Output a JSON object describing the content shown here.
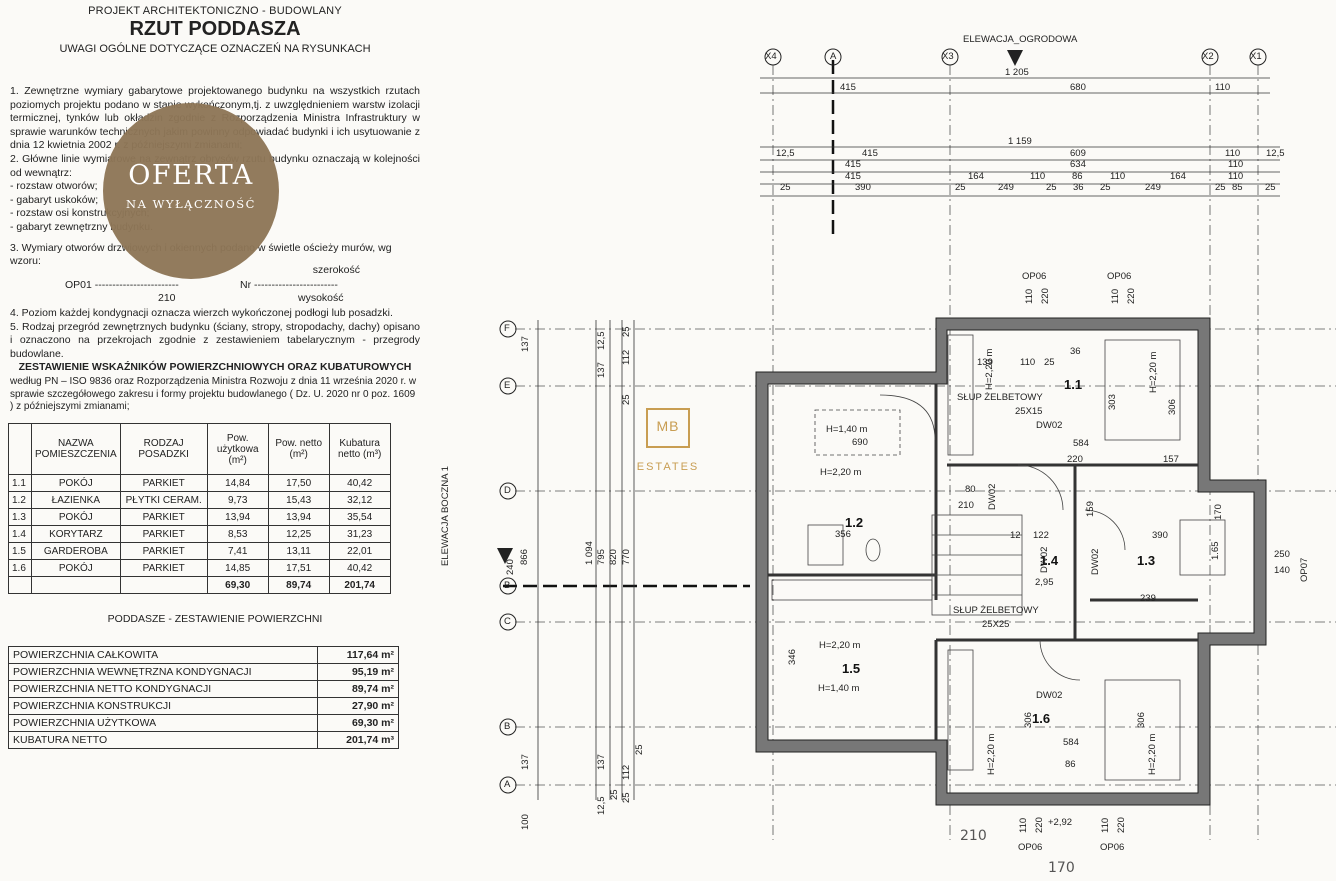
{
  "header": {
    "project_type": "PROJEKT ARCHITEKTONICZNO - BUDOWLANY",
    "title": "RZUT PODDASZA",
    "subtitle": "UWAGI OGÓLNE DOTYCZĄCE OZNACZEŃ NA RYSUNKACH"
  },
  "notes": {
    "n1": "1. Zewnętrzne wymiary gabarytowe projektowanego budynku na wszystkich rzutach poziomych projektu podano w stanie wykończonym,tj. z uwzględnieniem warstw izolacji termicznej, tynków lub okładzin zgodnie z Rozporządzenia Ministra Infrastruktury w sprawie warunków technicznych jakim powinny odpowiadać budynki i ich usytuowanie z dnia 12 kwietnia 2002 r. z późniejszymi zmianami;",
    "n2": "2. Główne linie wymiarowe na zewnątrz obrysów rzutu budynku oznaczają w kolejności od wewnątrz:",
    "n2a": "- rozstaw otworów;",
    "n2b": "- gabaryt uskoków;",
    "n2c": "- rozstaw osi konstrukcyjnych;",
    "n2d": "- gabaryt zewnętrzny budynku.",
    "n3": "3. Wymiary otworów drzwiowych i okiennych podano w świetle ościeży murów, wg wzoru:",
    "n3_width": "szerokość",
    "n3_op": "OP01 ------------------------",
    "n3_nr": "Nr ------------------------",
    "n3_210": "210",
    "n3_height": "wysokość",
    "n4": "4. Poziom każdej kondygnacji oznacza wierzch wykończonej podłogi lub posadzki.",
    "n5": "5. Rodzaj przegród zewnętrznych budynku (ściany, stropy, stropodachy, dachy) opisano i oznaczono na przekrojach zgodnie z zestawieniem tabelarycznym - przegrody budowlane."
  },
  "indicators": {
    "title": "ZESTAWIENIE WSKAŹNIKÓW POWIERZCHNIOWYCH ORAZ KUBATUROWYCH",
    "subtitle": "według PN – ISO 9836 oraz Rozporządzenia Ministra Rozwoju z dnia 11 września 2020 r. w sprawie szczegółowego zakresu i formy projektu budowlanego ( Dz. U. 2020 nr 0 poz. 1609 ) z późniejszymi zmianami;",
    "headers": [
      "NAZWA POMIESZCZENIA",
      "RODZAJ POSADZKI",
      "Pow. użytkowa (m²)",
      "Pow. netto (m²)",
      "Kubatura netto (m³)"
    ],
    "rows": [
      [
        "1.1",
        "POKÓJ",
        "PARKIET",
        "14,84",
        "17,50",
        "40,42"
      ],
      [
        "1.2",
        "ŁAZIENKA",
        "PŁYTKI CERAM.",
        "9,73",
        "15,43",
        "32,12"
      ],
      [
        "1.3",
        "POKÓJ",
        "PARKIET",
        "13,94",
        "13,94",
        "35,54"
      ],
      [
        "1.4",
        "KORYTARZ",
        "PARKIET",
        "8,53",
        "12,25",
        "31,23"
      ],
      [
        "1.5",
        "GARDEROBA",
        "PARKIET",
        "7,41",
        "13,11",
        "22,01"
      ],
      [
        "1.6",
        "POKÓJ",
        "PARKIET",
        "14,85",
        "17,51",
        "40,42"
      ]
    ],
    "totals": [
      "69,30",
      "89,74",
      "201,74"
    ]
  },
  "summary": {
    "title": "PODDASZE - ZESTAWIENIE POWIERZCHNI",
    "rows": [
      [
        "POWIERZCHNIA CAŁKOWITA",
        "117,64 m²"
      ],
      [
        "POWIERZCHNIA WEWNĘTRZNA KONDYGNACJI",
        "95,19 m²"
      ],
      [
        "POWIERZCHNIA NETTO KONDYGNACJI",
        "89,74 m²"
      ],
      [
        "POWIERZCHNIA KONSTRUKCJI",
        "27,90 m²"
      ],
      [
        "POWIERZCHNIA UŻYTKOWA",
        "69,30 m²"
      ],
      [
        "KUBATURA NETTO",
        "201,74 m³"
      ]
    ]
  },
  "stamp": {
    "line1": "OFERTA",
    "line2": "NA WYŁĄCZNOŚĆ",
    "color": "#8e7656"
  },
  "logo": {
    "mark": "MB",
    "name": "ESTATES",
    "color": "#c89d52"
  },
  "plan": {
    "elevation_top": "ELEWACJA_OGRODOWA",
    "elevation_side": "ELEWACJA BOCZNA 1",
    "axes_top": [
      "X4",
      "A",
      "X3",
      "X2",
      "X1"
    ],
    "axes_left": [
      "F",
      "E",
      "D",
      "B",
      "C",
      "B",
      "A"
    ],
    "dims_top_row1": [
      "1 205"
    ],
    "dims_top_row2": [
      "415",
      "680",
      "110"
    ],
    "dims_top_row3": [
      "1 159"
    ],
    "dims_top_row4": [
      "12,5",
      "415",
      "609",
      "110",
      "12,5"
    ],
    "dims_top_row5": [
      "415",
      "634",
      "110"
    ],
    "dims_top_row6": [
      "415",
      "164",
      "110",
      "86",
      "110",
      "164",
      "110"
    ],
    "dims_top_row7": [
      "25",
      "390",
      "25",
      "249",
      "25",
      "36",
      "25",
      "249",
      "25",
      "85",
      "25"
    ],
    "dims_left": [
      "137",
      "137",
      "12,5",
      "112",
      "25",
      "25",
      "866",
      "1 094",
      "795",
      "820",
      "770",
      "240",
      "100",
      "137",
      "137",
      "25",
      "112",
      "25",
      "12,5",
      "25"
    ],
    "rooms": [
      "1.1",
      "1.2",
      "1.3",
      "1.4",
      "1.5",
      "1.6"
    ],
    "windows": [
      "OP06",
      "OP06",
      "OP06",
      "OP06",
      "OP07"
    ],
    "column1": "SŁUP ŻELBETOWY",
    "column1_size": "25X15",
    "column2": "SŁUP ŻELBETOWY",
    "column2_size": "25X25",
    "doors": [
      "DW02",
      "DW02",
      "DW02",
      "DW02",
      "DW02"
    ],
    "heights": [
      "H=2,20 m",
      "H=1,40 m",
      "H=2,20 m",
      "H=2,20 m",
      "H=1,40 m",
      "H=2,20 m",
      "H=2,20 m",
      "H=2,20 m"
    ],
    "level": "+2,92",
    "level2": "2,95",
    "misc": [
      "584",
      "220",
      "157",
      "303",
      "306",
      "139",
      "110",
      "25",
      "36",
      "690",
      "356",
      "390",
      "239",
      "346",
      "210",
      "80",
      "122",
      "12",
      "159",
      "170",
      "250",
      "140",
      "1.65",
      "86",
      "584",
      "306",
      "306",
      "110",
      "220",
      "110",
      "220",
      "110",
      "220",
      "110",
      "220"
    ],
    "handwritten": [
      "210",
      "170"
    ]
  }
}
